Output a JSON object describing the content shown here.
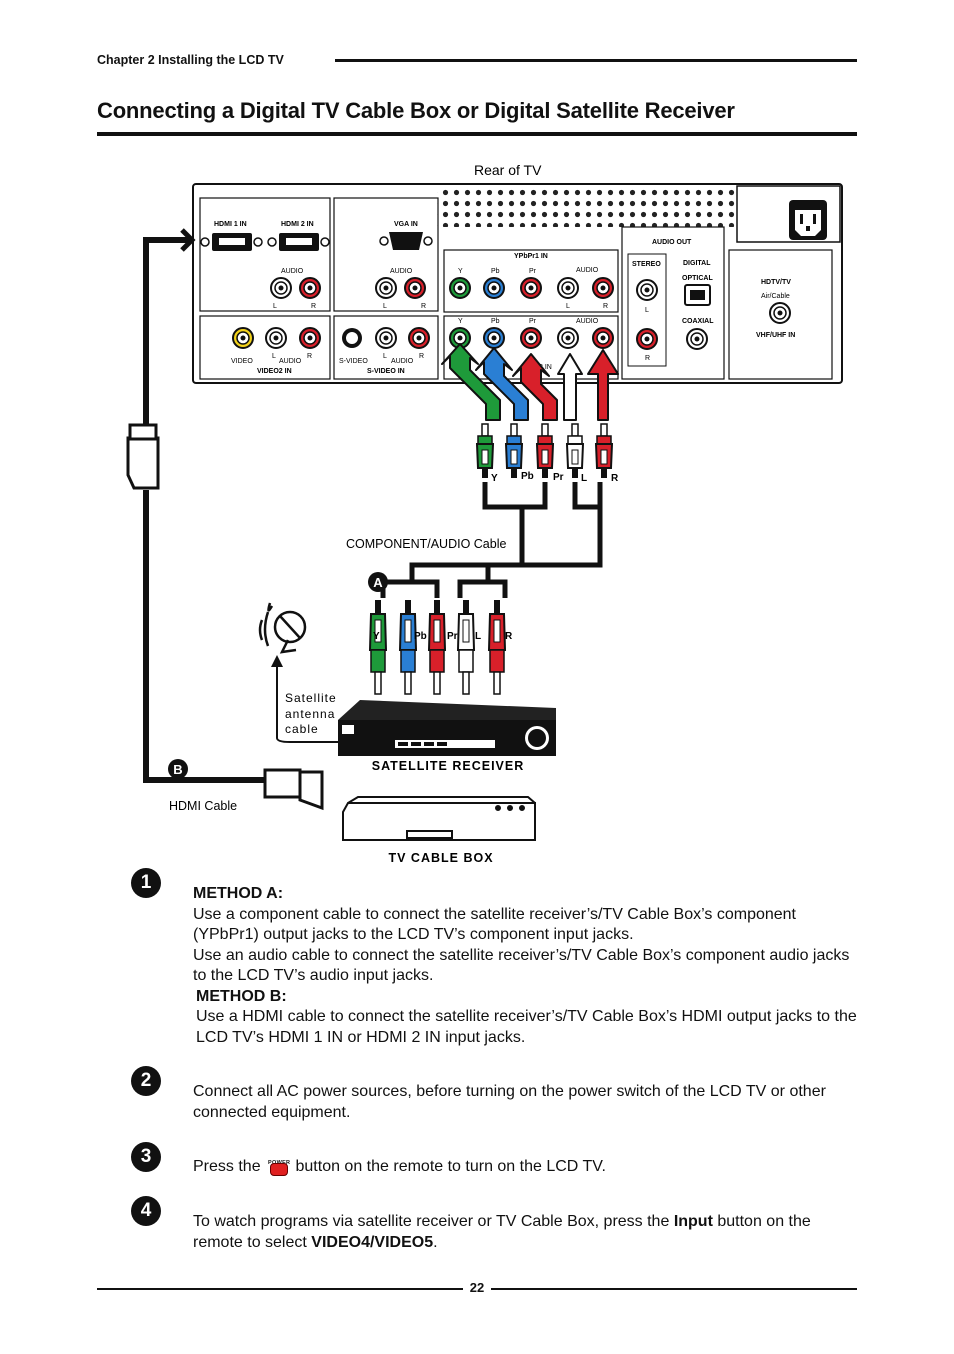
{
  "header": {
    "chapter": "Chapter 2 Installing the LCD TV",
    "title": "Connecting a Digital TV Cable Box or Digital Satellite Receiver"
  },
  "diagram": {
    "rear_label": "Rear of TV",
    "panel": {
      "hdmi1": "HDMI 1 IN",
      "hdmi2": "HDMI 2 IN",
      "vga": "VGA IN",
      "audio": "AUDIO",
      "l": "L",
      "r": "R",
      "ypbpr1": "YPbPr1 IN",
      "y": "Y",
      "pb": "Pb",
      "pr": "Pr",
      "video": "VIDEO",
      "video2_in": "VIDEO2 IN",
      "svideo": "S-VIDEO",
      "svideo_in": "S-VIDEO IN",
      "ypbpr2_frag": "2 IN",
      "audio_out": "AUDIO OUT",
      "stereo": "STEREO",
      "digital": "DIGITAL",
      "optical": "OPTICAL",
      "coaxial": "COAXIAL",
      "hdtv_tv": "HDTV/TV",
      "air_cable": "Air/Cable",
      "vhf_uhf": "VHF/UHF IN"
    },
    "component_cable": "COMPONENT/AUDIO Cable",
    "hdmi_cable": "HDMI Cable",
    "satellite_cable": [
      "Satellite",
      "antenna",
      "cable"
    ],
    "satellite_receiver": "SATELLITE RECEIVER",
    "tv_cable_box": "TV CABLE BOX",
    "marker_a": "A",
    "marker_b": "B",
    "plug_labels": [
      "Y",
      "Pb",
      "Pr",
      "L",
      "R"
    ]
  },
  "colors": {
    "green": "#1e9a3a",
    "blue": "#2a7fd4",
    "red": "#d8202a",
    "white": "#ffffff",
    "yellow": "#f2d21b"
  },
  "steps": [
    {
      "badge": "1",
      "method_a_label": "METHOD A:",
      "method_a_text_1": "Use a component cable to connect the satellite receiver’s/TV Cable Box’s component (YPbPr1) output jacks to the LCD TV’s component input jacks.",
      "method_a_text_2": "Use an audio cable to connect the satellite receiver’s/TV Cable Box’s component audio jacks to the LCD TV’s audio input jacks.",
      "method_b_label": "METHOD B:",
      "method_b_text": "Use a HDMI cable to connect the satellite receiver’s/TV Cable Box’s HDMI output jacks to the LCD TV’s HDMI 1 IN or HDMI 2 IN input jacks."
    },
    {
      "badge": "2",
      "text": "Connect all AC power sources, before turning on the power switch of the LCD TV or other connected equipment."
    },
    {
      "badge": "3",
      "text_before": "Press the",
      "power_icon_label": "POWER",
      "text_after": "button on the remote to turn on the LCD TV."
    },
    {
      "badge": "4",
      "text_1": "To watch programs via satellite receiver or TV Cable Box, press the",
      "bold_1": "Input",
      "text_2": "button on the remote to select",
      "bold_2": "VIDEO4/VIDEO5",
      "text_3": "."
    }
  ],
  "footer": {
    "page": "22"
  }
}
